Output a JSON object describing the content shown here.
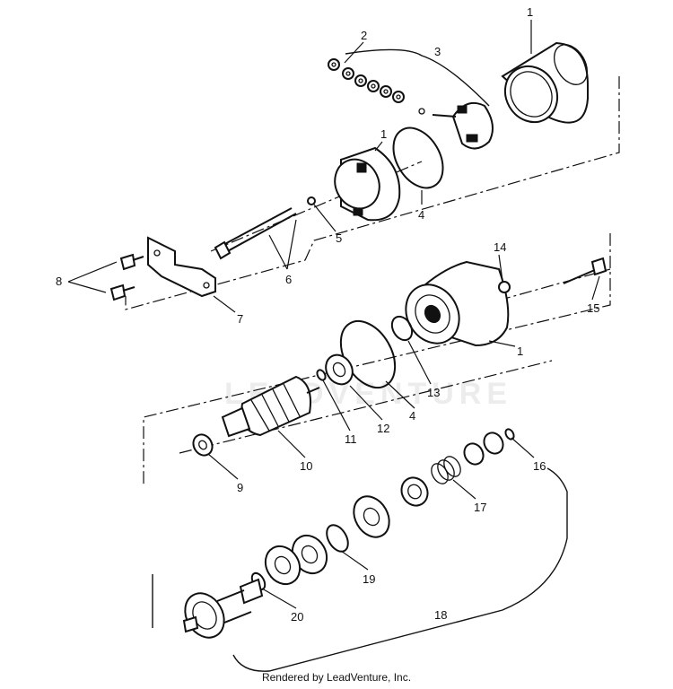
{
  "callouts": {
    "c1a": "1",
    "c1b": "1",
    "c1c": "1",
    "c2": "2",
    "c3": "3",
    "c4a": "4",
    "c4b": "4",
    "c5": "5",
    "c6": "6",
    "c7": "7",
    "c8": "8",
    "c9": "9",
    "c10": "10",
    "c11": "11",
    "c12": "12",
    "c13": "13",
    "c14": "14",
    "c15": "15",
    "c16": "16",
    "c17": "17",
    "c18": "18",
    "c19": "19",
    "c20": "20"
  },
  "footer": "Rendered by LeadVenture, Inc.",
  "watermark": "LEADVENTURE"
}
